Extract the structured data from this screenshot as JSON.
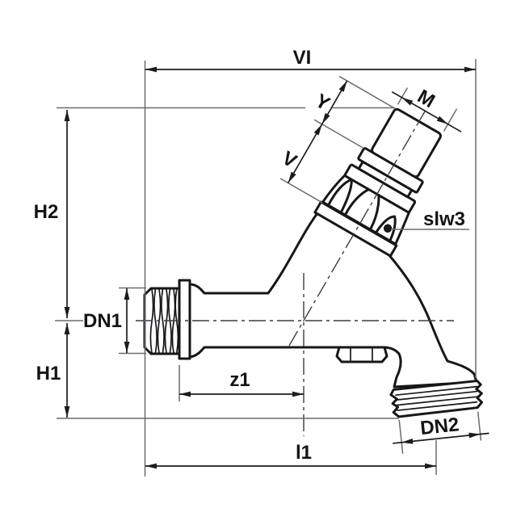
{
  "drawing": {
    "kind": "technical-dimension-drawing",
    "subject": "angled bib tap (draw-off valve) side view with dimension annotations"
  },
  "colors": {
    "background": "#ffffff",
    "outline": "#17171a",
    "dimension": "#1c1c1e",
    "reference": "#6b6b70",
    "centerline": "#3c3c40"
  },
  "labels": {
    "vi": "VI",
    "y": "Y",
    "m": "M",
    "v": "V",
    "h2": "H2",
    "slw3": "slw3",
    "dn1": "DN1",
    "h1": "H1",
    "z1": "z1",
    "l1": "l1",
    "dn2": "DN2"
  }
}
